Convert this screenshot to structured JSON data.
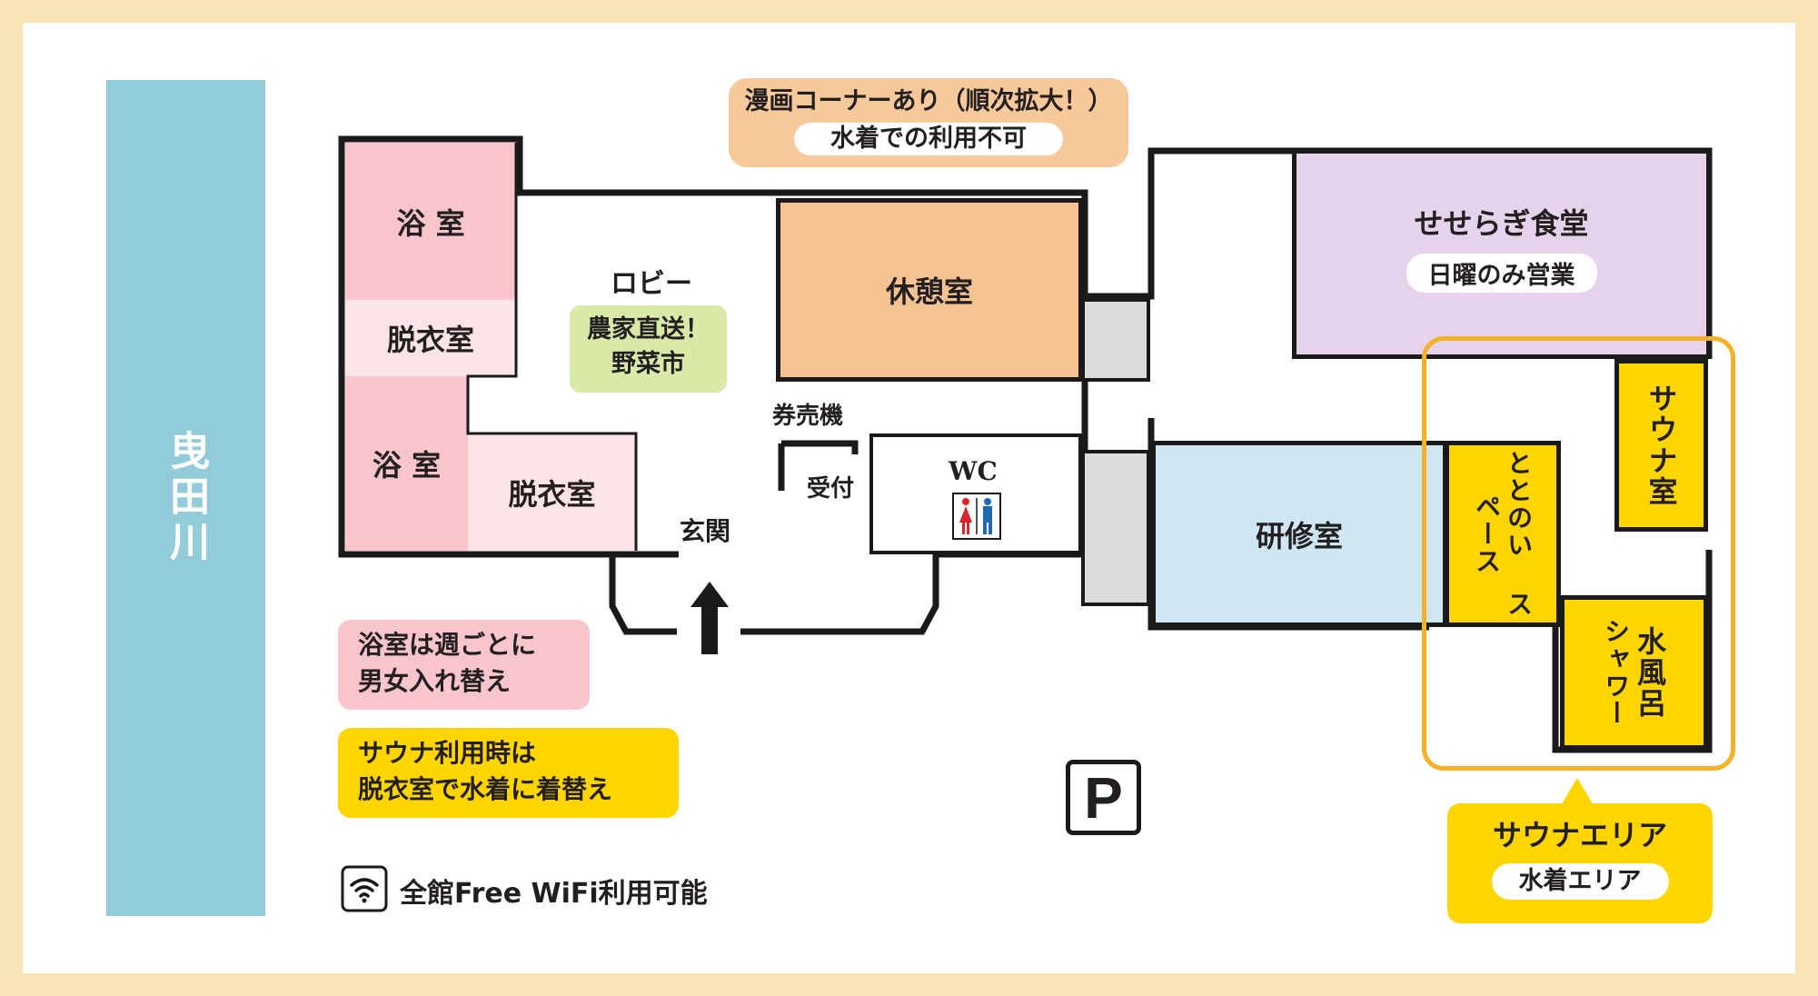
{
  "colors": {
    "frame": "#fbe4b7",
    "river": "#93ccd9",
    "bath": "#f8c5cd",
    "dressing": "#fde5e7",
    "lounge": "#f4c391",
    "cafeteria": "#e7d2ec",
    "training": "#cfe7f3",
    "sauna": "#ffd500",
    "gray_room": "#dcdcdc",
    "farm_note": "#d9e9a7",
    "manga_note": "#f6c89a",
    "bath_note": "#f8c5cd",
    "sauna_note": "#ffd500",
    "sauna_outline": "#f5b227"
  },
  "river": {
    "label": "曳田川"
  },
  "manga_note": {
    "title": "漫画コーナーあり（順次拡大！）",
    "sub": "水着での利用不可"
  },
  "rooms": {
    "bath_top": "浴 室",
    "dressing_top": "脱衣室",
    "bath_bottom": "浴 室",
    "dressing_bottom": "脱衣室",
    "lobby": "ロビー",
    "lounge": "休憩室",
    "cafeteria": "せせらぎ食堂",
    "cafeteria_sub": "日曜のみ営業",
    "ticket_machine": "券売機",
    "reception": "受付",
    "entrance": "玄関",
    "wc": "WC",
    "training": "研修室",
    "sauna_room": "サウナ室",
    "totonoi_line1": "ととのい",
    "totonoi_line2": "スペース",
    "cold_bath": "水風呂",
    "shower": "シャワー"
  },
  "farm_note": {
    "line1": "農家直送！",
    "line2": "野菜市"
  },
  "notes": {
    "bath_line1": "浴室は週ごとに",
    "bath_line2": "男女入れ替え",
    "sauna_line1": "サウナ利用時は",
    "sauna_line2": "脱衣室で水着に着替え"
  },
  "sauna_area": {
    "title": "サウナエリア",
    "sub": "水着エリア"
  },
  "parking": {
    "label": "P"
  },
  "wifi": {
    "icon": "wifi-icon",
    "label": "全館Free WiFi利用可能"
  },
  "icons": {
    "restroom": "restroom-icon",
    "entrance_arrow": "arrow-up-icon",
    "parking": "parking-icon"
  }
}
